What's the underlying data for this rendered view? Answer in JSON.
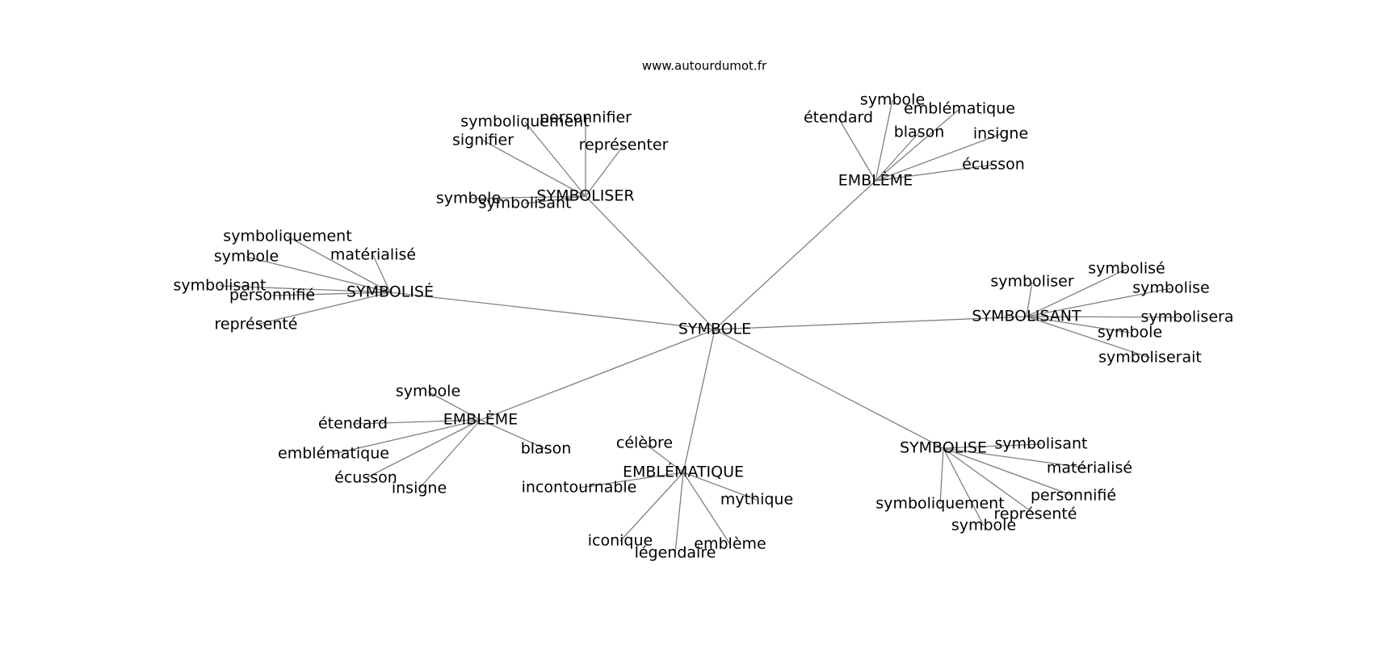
{
  "site": "www.autourdumot.fr",
  "center": "SYMBOLE",
  "groups": [
    {
      "hub": "SYMBOLISER",
      "leaves": [
        "symboliquement",
        "personnifier",
        "signifier",
        "représenter",
        "symbole",
        "symbolisant"
      ]
    },
    {
      "hub": "EMBLÈME",
      "leaves": [
        "symbole",
        "étendard",
        "emblématique",
        "blason",
        "insigne",
        "écusson"
      ]
    },
    {
      "hub": "SYMBOLISÉ",
      "leaves": [
        "symboliquement",
        "symbole",
        "matérialisé",
        "symbolisant",
        "personnifié",
        "représenté"
      ]
    },
    {
      "hub": "SYMBOLISANT",
      "leaves": [
        "symbolisé",
        "symboliser",
        "symbolise",
        "symbolisera",
        "symbole",
        "symboliserait"
      ]
    },
    {
      "hub": "EMBLÈME",
      "leaves": [
        "symbole",
        "étendard",
        "emblématique",
        "écusson",
        "insigne",
        "blason"
      ]
    },
    {
      "hub": "EMBLÉMATIQUE",
      "leaves": [
        "célèbre",
        "incontournable",
        "mythique",
        "iconique",
        "légendaire",
        "emblème"
      ]
    },
    {
      "hub": "SYMBOLISE",
      "leaves": [
        "symbolisant",
        "matérialisé",
        "personnifié",
        "représenté",
        "symboliquement",
        "symbole"
      ]
    }
  ],
  "colors": {
    "edge": "#808080",
    "text": "#000000",
    "background": "#ffffff"
  }
}
